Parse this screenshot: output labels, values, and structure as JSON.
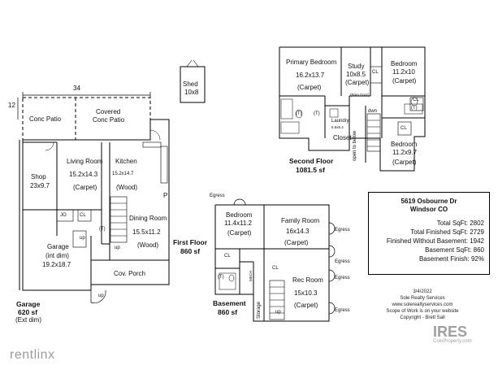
{
  "dimensions": {
    "top": "34",
    "left": "12"
  },
  "shed": {
    "name": "Shed",
    "size": "10x8"
  },
  "first_floor": {
    "title": "First Floor",
    "area": "860 sf",
    "rooms": {
      "conc_patio": "Conc Patio",
      "covered_patio_1": "Covered",
      "covered_patio_2": "Conc Patio",
      "shop": "Shop",
      "shop_size": "23x9.7",
      "living": "Living Room",
      "living_size": "15.2x14.3",
      "living_floor": "(Carpet)",
      "kitchen": "Kitchen",
      "kitchen_size": "15.2x14.7",
      "kitchen_floor": "(Wood)",
      "dining": "Dining Room",
      "dining_size": "15.5x11.2",
      "dining_floor": "(Wood)",
      "porch": "Cov. Porch",
      "garage": "Garage",
      "garage_int": "(int dim)",
      "garage_size": "19.2x18.7",
      "p": "P",
      "jo": "JO",
      "cl": "CL",
      "t": "(T)",
      "up1": "up",
      "up2": "up",
      "up3": "up"
    },
    "garage_total": "Garage",
    "garage_total_area": "620 sf",
    "garage_ext": "(Ext dim)"
  },
  "second_floor": {
    "title": "Second Floor",
    "area": "1081.5 sf",
    "rooms": {
      "primary": "Primary Bedroom",
      "primary_size": "16.2x13.7",
      "primary_floor": "(Carpet)",
      "study": "Study",
      "study_size": "10x8.5",
      "study_floor": "(Carpet)",
      "barn_door": "(Barn Door)",
      "bed2": "Bedroom",
      "bed2_size": "11.2x10",
      "bed2_floor": "(Carpet)",
      "bed3": "Bedroom",
      "bed3_size": "11.2x9.7",
      "bed3_floor": "(Carpet)",
      "laundry": "Laundry",
      "laundry_size": "5.5x5.4",
      "closet": "Closet",
      "open": "open to below",
      "dwn": "dwn",
      "cl1": "CL",
      "cl2": "CL",
      "cl3": "CL",
      "t1": "(T)",
      "t2": "(T)",
      "t3": "(T)"
    }
  },
  "basement": {
    "title": "Basement",
    "area": "860 sf",
    "rooms": {
      "bedroom": "Bedroom",
      "bedroom_size": "11.4x11.2",
      "bedroom_floor": "(Carpet)",
      "family": "Family Room",
      "family_size": "16x14.3",
      "family_floor": "(Carpet)",
      "rec": "Rec Room",
      "rec_size": "15x10.3",
      "rec_floor": "(Carpet)",
      "mech": "MECH",
      "storage": "Storage",
      "cl1": "CL",
      "cl2": "CL",
      "t": "(T)",
      "up": "up",
      "egress": "Egress"
    }
  },
  "info_box": {
    "address1": "5619 Osbourne Dr",
    "address2": "Windsor CO",
    "total": "Total SqFt:  2802",
    "finished": "Total Finished SqFt:  2729",
    "without_basement": "Finished Without Basement:  1942",
    "basement_sqft": "Basement SqFt:  860",
    "basement_finish": "Basement Finish:  92%"
  },
  "credits": {
    "date": "3/4/2022",
    "company": "Sole Realty Services",
    "site": "www.solerealtyservices.com",
    "scope": "Scope of Work is on your website",
    "copyright": "Copyright - Brett Sall"
  },
  "watermark": "rentlinx",
  "logo": {
    "text": "IRES",
    "sub": "ColoProperty.com"
  }
}
